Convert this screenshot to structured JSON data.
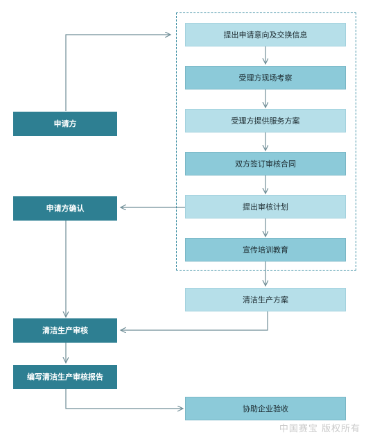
{
  "flow": {
    "applicant": "申请方",
    "applicant_confirm": "申请方确认",
    "audit": "清洁生产审核",
    "write_report": "编写清洁生产审核报告",
    "step1": "提出申请意向及交换信息",
    "step2": "受理方现场考察",
    "step3": "受理方提供服务方案",
    "step4": "双方签订审核合同",
    "step5": "提出审核计划",
    "step6": "宣传培训教育",
    "plan": "清洁生产方案",
    "acceptance": "协助企业验收"
  },
  "watermark": "中国赛宝 版权所有",
  "colors": {
    "dark_box": "#2e7f92",
    "mid_box": "#8ccad9",
    "light_box": "#b6dfe9",
    "connector": "#6f8d96",
    "dashed_border": "#3d8ea3"
  }
}
